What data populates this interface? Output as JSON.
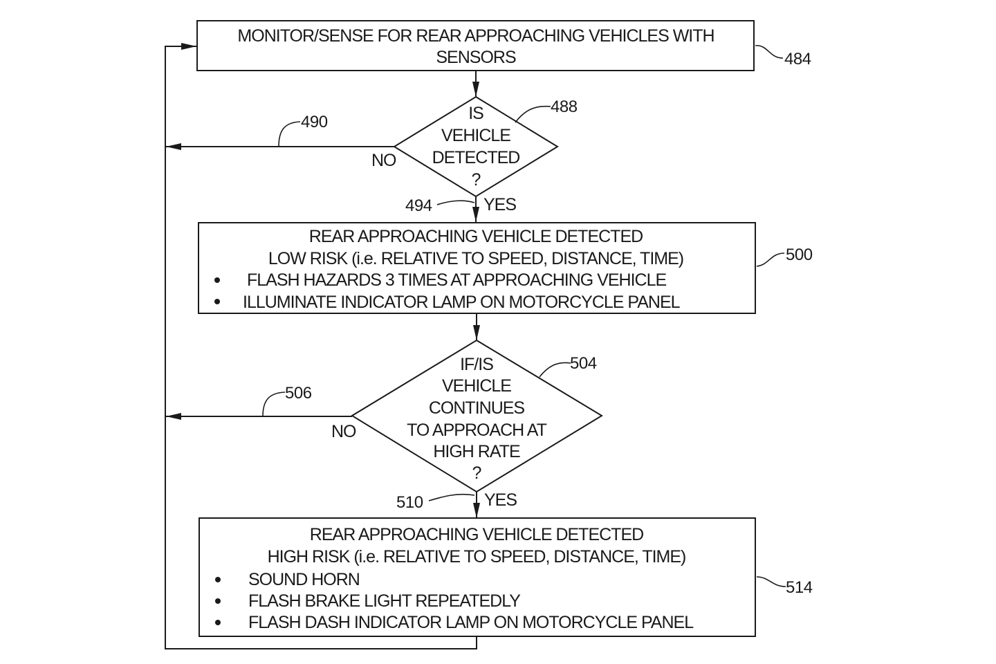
{
  "figure": {
    "type": "flowchart",
    "nodes": {
      "monitor": {
        "ref": "484",
        "lines": [
          "MONITOR/SENSE FOR REAR APPROACHING VEHICLES WITH",
          "SENSORS"
        ]
      },
      "decision1": {
        "ref": "488",
        "lines": [
          "IS",
          "VEHICLE",
          "DETECTED",
          "?"
        ],
        "no_label": "NO",
        "no_ref": "490",
        "yes_label": "YES",
        "yes_ref": "494"
      },
      "low_risk": {
        "ref": "500",
        "lines": [
          "REAR APPROACHING VEHICLE DETECTED",
          "LOW RISK (i.e. RELATIVE TO SPEED, DISTANCE, TIME)"
        ],
        "bullets": [
          "FLASH HAZARDS 3 TIMES AT APPROACHING VEHICLE",
          "ILLUMINATE INDICATOR LAMP ON MOTORCYCLE PANEL"
        ]
      },
      "decision2": {
        "ref": "504",
        "lines": [
          "IF/IS",
          "VEHICLE",
          "CONTINUES",
          "TO APPROACH AT",
          "HIGH RATE",
          "?"
        ],
        "no_label": "NO",
        "no_ref": "506",
        "yes_label": "YES",
        "yes_ref": "510"
      },
      "high_risk": {
        "ref": "514",
        "lines": [
          "REAR APPROACHING VEHICLE DETECTED",
          "HIGH RISK (i.e. RELATIVE TO SPEED, DISTANCE, TIME)"
        ],
        "bullets": [
          "SOUND HORN",
          "FLASH BRAKE LIGHT REPEATEDLY",
          "FLASH DASH INDICATOR LAMP ON MOTORCYCLE PANEL"
        ]
      }
    }
  }
}
